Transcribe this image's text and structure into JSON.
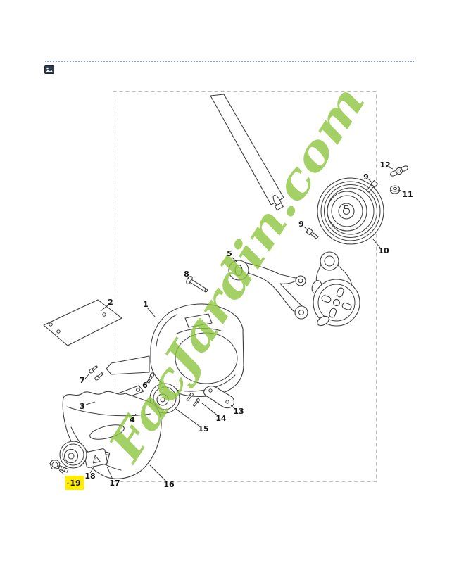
{
  "header": {
    "icon": "image-icon"
  },
  "watermark": {
    "text": "FacJardin.com",
    "color": "#8dc63f"
  },
  "diagram": {
    "line_color": "#3d3d3d",
    "border_style": "dashed",
    "labels": {
      "l1": "1",
      "l2": "2",
      "l3": "3",
      "l4": "4",
      "l5": "5",
      "l6": "6",
      "l7": "7",
      "l8": "8",
      "l9a": "9",
      "l9b": "9",
      "l10": "10",
      "l11": "11",
      "l12": "12",
      "l13": "13",
      "l14": "14",
      "l15": "15",
      "l16": "16",
      "l17": "17",
      "l18": "18",
      "l19": "19"
    },
    "highlight": {
      "part": "19",
      "color": "#ffec00"
    }
  }
}
